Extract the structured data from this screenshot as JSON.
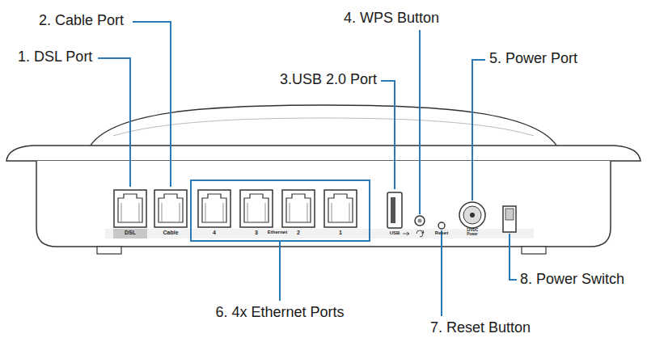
{
  "diagram": {
    "labels": [
      "1. DSL Port",
      "2. Cable Port",
      "3.USB 2.0 Port",
      "4. WPS Button",
      "5. Power Port",
      "6. 4x Ethernet Ports",
      "7. Reset Button",
      "8. Power Switch",
      "DSL",
      "Cable",
      "4",
      "3",
      "Ethernet",
      "2",
      "1",
      "USB",
      "Reset",
      "12VDC Power"
    ]
  }
}
